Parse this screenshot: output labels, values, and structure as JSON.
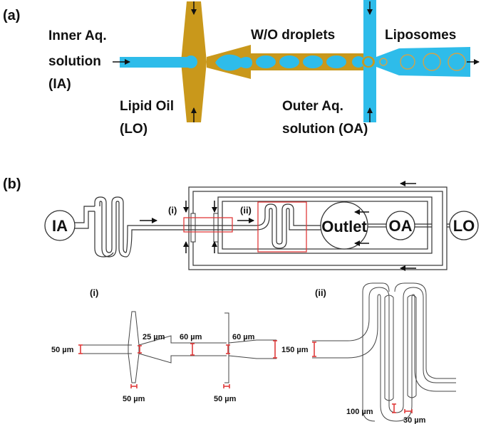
{
  "panel_a": {
    "tag": "(a)",
    "labels": {
      "ia_line1": "Inner Aq.",
      "ia_line2": "solution",
      "ia_line3": "(IA)",
      "lo_line1": "Lipid Oil",
      "lo_line2": "(LO)",
      "wo": "W/O droplets",
      "lipo": "Liposomes",
      "oa_line1": "Outer Aq.",
      "oa_line2": "solution (OA)"
    },
    "colors": {
      "aqueous": "#2ebcea",
      "oil": "#c9981b",
      "liposome_edge": "#d2a347"
    }
  },
  "panel_b": {
    "tag": "(b)",
    "ports": {
      "ia": "IA",
      "outlet": "Outlet",
      "oa": "OA",
      "lo": "LO"
    },
    "zoom_i": "(i)",
    "zoom_ii": "(ii)",
    "highlight_color": "#e03a3a"
  },
  "detail_i": {
    "tag": "(i)",
    "dims": {
      "inlet": "50 µm",
      "junction": "25 µm",
      "channel": "60 µm",
      "junction2": "60 µm",
      "outlet": "150 µm",
      "side1": "50 µm",
      "side2": "50 µm"
    }
  },
  "detail_ii": {
    "tag": "(ii)",
    "dims": {
      "width": "100 µm",
      "gap": "30 µm"
    }
  }
}
